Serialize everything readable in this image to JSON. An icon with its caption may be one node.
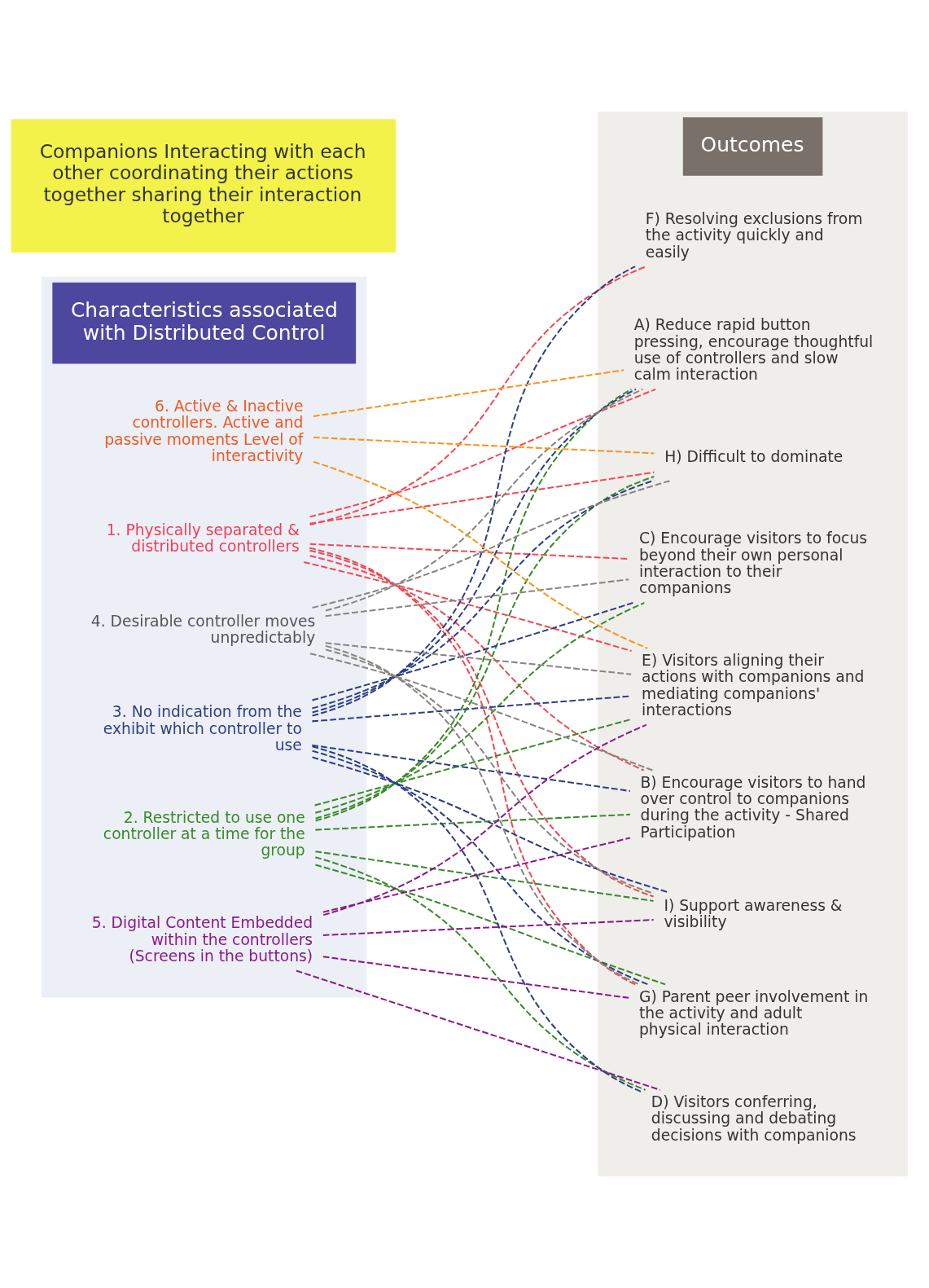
{
  "diagram": {
    "nodes": [
      {
        "text": [
          "Characteristics associated with Distributed Control"
        ]
      },
      {
        "text": [
          "Companions Interacting with each other coordinating their actions together sharing their interaction together"
        ]
      },
      {
        "text": [
          "Outcomes"
        ]
      },
      {
        "text": [
          "1. Physically separated & distributed controllers"
        ],
        "in": 0
      },
      {
        "text": [
          "2. Restricted to use one controller at a time for the group"
        ],
        "in": 0
      },
      {
        "text": [
          "3. No indication from the exhibit which controller to use"
        ],
        "in": 0
      },
      {
        "text": [
          "4. Desirable controller moves unpredictably"
        ],
        "in": 0
      },
      {
        "text": [
          "5. Digital Content Embedded within the controllers (Screens in the buttons)"
        ],
        "in": 0
      },
      {
        "text": [
          "6. Active & Inactive controllers. Active and passive moments Level of interactivity"
        ],
        "in": 0
      },
      {
        "text": [
          "A) Reduce rapid button pressing, encourage thoughtful use of controllers and slow calm interaction"
        ],
        "in": 2
      },
      {
        "text": [
          "B) Encourage visitors to hand over control to companions during the activity - Shared Participation"
        ],
        "in": 2
      },
      {
        "text": [
          "C) Encourage visitors to focus beyond their own personal interaction to their companions"
        ],
        "in": 2
      },
      {
        "text": [
          "D) Visitors conferring, discussing and debating decisions with companions"
        ],
        "in": 2
      },
      {
        "text": [
          "E) Visitors aligning their actions with companions and mediating companions' interactions"
        ],
        "in": 2
      },
      {
        "text": [
          "F) Resolving exclusions from the activity quickly and easily"
        ],
        "in": 2
      },
      {
        "text": [
          "G) Parent peer involvement in the activity and adult physical interaction"
        ],
        "in": 2
      },
      {
        "text": [
          "H) Difficult to dominate"
        ],
        "in": 2
      },
      {
        "text": [
          "I) Support awareness & visibility"
        ],
        "in": 2
      }
    ],
    "edges": [
      {
        "from": 3,
        "to": 9,
        "arrow": "none",
        "style": "dashed",
        "color": "#f04a55"
      },
      {
        "from": 3,
        "to": 10,
        "arrow": "none",
        "style": "dashed",
        "color": "#f04a55"
      },
      {
        "from": 3,
        "to": 11,
        "arrow": "none",
        "style": "dashed",
        "color": "#f04a55"
      },
      {
        "from": 3,
        "to": 13,
        "arrow": "none",
        "style": "dashed",
        "color": "#f04a55"
      },
      {
        "from": 3,
        "to": 14,
        "arrow": "none",
        "style": "dashed",
        "color": "#f04a55"
      },
      {
        "from": 3,
        "to": 15,
        "arrow": "none",
        "style": "dashed",
        "color": "#f04a55"
      },
      {
        "from": 3,
        "to": 16,
        "arrow": "none",
        "style": "dashed",
        "color": "#f04a55"
      },
      {
        "from": 3,
        "to": 17,
        "arrow": "none",
        "style": "dashed",
        "color": "#f04a55"
      },
      {
        "from": 4,
        "to": 9,
        "arrow": "none",
        "style": "dashed",
        "color": "#3a8a2a"
      },
      {
        "from": 4,
        "to": 10,
        "arrow": "none",
        "style": "dashed",
        "color": "#3a8a2a"
      },
      {
        "from": 4,
        "to": 11,
        "arrow": "none",
        "style": "dashed",
        "color": "#3a8a2a"
      },
      {
        "from": 4,
        "to": 12,
        "arrow": "none",
        "style": "dashed",
        "color": "#3a8a2a"
      },
      {
        "from": 4,
        "to": 13,
        "arrow": "none",
        "style": "dashed",
        "color": "#3a8a2a"
      },
      {
        "from": 4,
        "to": 15,
        "arrow": "none",
        "style": "dashed",
        "color": "#3a8a2a"
      },
      {
        "from": 4,
        "to": 16,
        "arrow": "none",
        "style": "dashed",
        "color": "#3a8a2a"
      },
      {
        "from": 4,
        "to": 17,
        "arrow": "none",
        "style": "dashed",
        "color": "#3a8a2a"
      },
      {
        "from": 5,
        "to": 9,
        "arrow": "none",
        "style": "dashed",
        "color": "#2e3f85"
      },
      {
        "from": 5,
        "to": 10,
        "arrow": "none",
        "style": "dashed",
        "color": "#2e3f85"
      },
      {
        "from": 5,
        "to": 11,
        "arrow": "none",
        "style": "dashed",
        "color": "#2e3f85"
      },
      {
        "from": 5,
        "to": 12,
        "arrow": "none",
        "style": "dashed",
        "color": "#2e3f85"
      },
      {
        "from": 5,
        "to": 13,
        "arrow": "none",
        "style": "dashed",
        "color": "#2e3f85"
      },
      {
        "from": 5,
        "to": 14,
        "arrow": "none",
        "style": "dashed",
        "color": "#2e3f85"
      },
      {
        "from": 5,
        "to": 15,
        "arrow": "none",
        "style": "dashed",
        "color": "#2e3f85"
      },
      {
        "from": 5,
        "to": 16,
        "arrow": "none",
        "style": "dashed",
        "color": "#2e3f85"
      },
      {
        "from": 5,
        "to": 17,
        "arrow": "none",
        "style": "dashed",
        "color": "#2e3f85"
      },
      {
        "from": 6,
        "to": 9,
        "arrow": "none",
        "style": "dashed",
        "color": "#8a8580"
      },
      {
        "from": 6,
        "to": 10,
        "arrow": "none",
        "style": "dashed",
        "color": "#8a8580"
      },
      {
        "from": 6,
        "to": 11,
        "arrow": "none",
        "style": "dashed",
        "color": "#8a8580"
      },
      {
        "from": 6,
        "to": 13,
        "arrow": "none",
        "style": "dashed",
        "color": "#8a8580"
      },
      {
        "from": 6,
        "to": 15,
        "arrow": "none",
        "style": "dashed",
        "color": "#8a8580"
      },
      {
        "from": 6,
        "to": 16,
        "arrow": "none",
        "style": "dashed",
        "color": "#8a8580"
      },
      {
        "from": 6,
        "to": 17,
        "arrow": "none",
        "style": "dashed",
        "color": "#8a8580"
      },
      {
        "from": 7,
        "to": 10,
        "arrow": "none",
        "style": "dashed",
        "color": "#8a1a8a"
      },
      {
        "from": 7,
        "to": 12,
        "arrow": "none",
        "style": "dashed",
        "color": "#8a1a8a"
      },
      {
        "from": 7,
        "to": 13,
        "arrow": "none",
        "style": "dashed",
        "color": "#8a1a8a"
      },
      {
        "from": 7,
        "to": 15,
        "arrow": "none",
        "style": "dashed",
        "color": "#8a1a8a"
      },
      {
        "from": 7,
        "to": 17,
        "arrow": "none",
        "style": "dashed",
        "color": "#8a1a8a"
      },
      {
        "from": 8,
        "to": 9,
        "arrow": "none",
        "style": "dashed",
        "color": "#f7941d"
      },
      {
        "from": 8,
        "to": 13,
        "arrow": "none",
        "style": "dashed",
        "color": "#f7941d"
      },
      {
        "from": 8,
        "to": 16,
        "arrow": "none",
        "style": "dashed",
        "color": "#f7941d"
      }
    ]
  }
}
